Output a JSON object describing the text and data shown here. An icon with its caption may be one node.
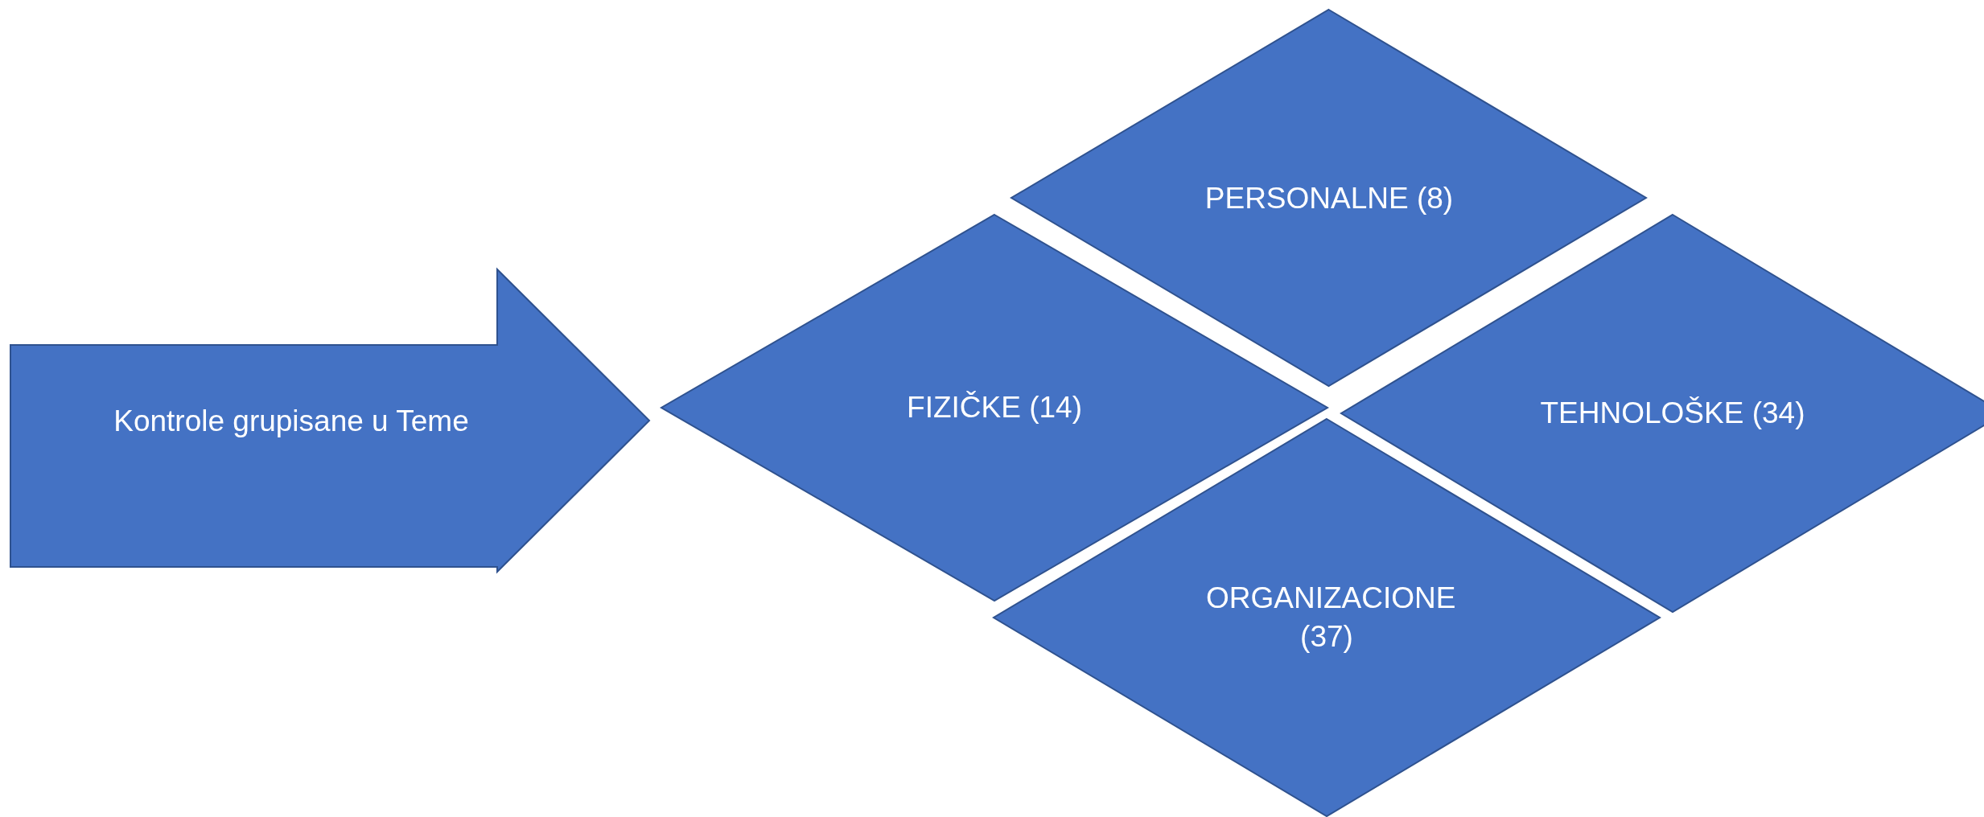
{
  "diagram": {
    "nodes": [
      {
        "text": [
          "Kontrole grupisane u Teme"
        ]
      },
      {
        "text": [
          "PERSONALNE (8)"
        ]
      },
      {
        "text": [
          "FIZIČKE (14)"
        ]
      },
      {
        "text": [
          "TEHNOLOŠKE (34)"
        ]
      },
      {
        "text": [
          "ORGANIZACIONE (37)"
        ]
      }
    ],
    "edges": []
  }
}
